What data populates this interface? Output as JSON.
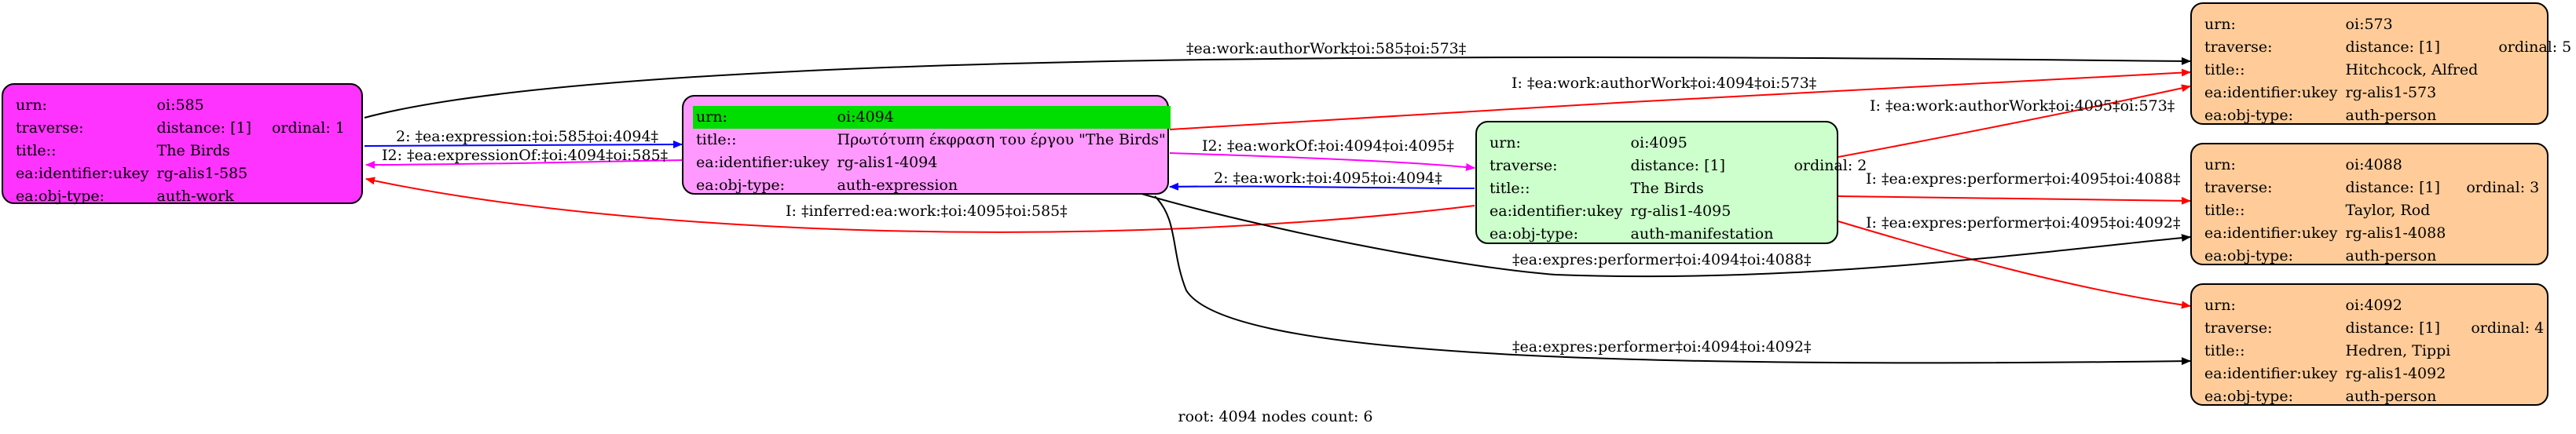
{
  "colors": {
    "magenta": "#ff33ff",
    "pink": "#ff99ff",
    "green": "#ccffcc",
    "orange": "#ffcc99",
    "highlight": "#00dd00",
    "edge_black": "#000000",
    "edge_red": "#ff0000",
    "edge_blue": "#0000ff",
    "edge_magenta": "#ff00ff"
  },
  "keys": {
    "urn": "urn:",
    "traverse": "traverse:",
    "title": "title::",
    "ukey": "ea:identifier:ukey",
    "objtype": "ea:obj-type:"
  },
  "nodes": {
    "n585": {
      "urn": "oi:585",
      "traverse": "distance: [1]",
      "ordinal": "ordinal: 1",
      "title": "The Birds",
      "ukey": "rg-alis1-585",
      "objtype": "auth-work"
    },
    "n4094": {
      "urn": "oi:4094",
      "title": "Πρωτότυπη έκφραση του έργου \"The Birds\"",
      "ukey": "rg-alis1-4094",
      "objtype": "auth-expression"
    },
    "n4095": {
      "urn": "oi:4095",
      "traverse": "distance: [1]",
      "ordinal": "ordinal: 2",
      "title": "The Birds",
      "ukey": "rg-alis1-4095",
      "objtype": "auth-manifestation"
    },
    "n573": {
      "urn": "oi:573",
      "traverse": "distance: [1]",
      "ordinal": "ordinal: 5",
      "title": "Hitchcock, Alfred",
      "ukey": "rg-alis1-573",
      "objtype": "auth-person"
    },
    "n4088": {
      "urn": "oi:4088",
      "traverse": "distance: [1]",
      "ordinal": "ordinal: 3",
      "title": "Taylor, Rod",
      "ukey": "rg-alis1-4088",
      "objtype": "auth-person"
    },
    "n4092": {
      "urn": "oi:4092",
      "traverse": "distance: [1]",
      "ordinal": "ordinal: 4",
      "title": "Hedren, Tippi",
      "ukey": "rg-alis1-4092",
      "objtype": "auth-person"
    }
  },
  "edges": [
    {
      "label": "‡ea:work:authorWork‡oi:585‡oi:573‡",
      "color": "black"
    },
    {
      "label": "I: ‡ea:work:authorWork‡oi:4094‡oi:573‡",
      "color": "red"
    },
    {
      "label": "I: ‡ea:work:authorWork‡oi:4095‡oi:573‡",
      "color": "red"
    },
    {
      "label": "2: ‡ea:expression:‡oi:585‡oi:4094‡",
      "color": "blue"
    },
    {
      "label": "I2: ‡ea:expressionOf:‡oi:4094‡oi:585‡",
      "color": "magenta"
    },
    {
      "label": "I2: ‡ea:workOf:‡oi:4094‡oi:4095‡",
      "color": "magenta"
    },
    {
      "label": "2: ‡ea:work:‡oi:4095‡oi:4094‡",
      "color": "blue"
    },
    {
      "label": "I: ‡inferred:ea:work:‡oi:4095‡oi:585‡",
      "color": "red"
    },
    {
      "label": "I: ‡ea:expres:performer‡oi:4095‡oi:4088‡",
      "color": "red"
    },
    {
      "label": "I: ‡ea:expres:performer‡oi:4095‡oi:4092‡",
      "color": "red"
    },
    {
      "label": "‡ea:expres:performer‡oi:4094‡oi:4088‡",
      "color": "black"
    },
    {
      "label": "‡ea:expres:performer‡oi:4094‡oi:4092‡",
      "color": "black"
    }
  ],
  "footer": "root: 4094 nodes count: 6"
}
